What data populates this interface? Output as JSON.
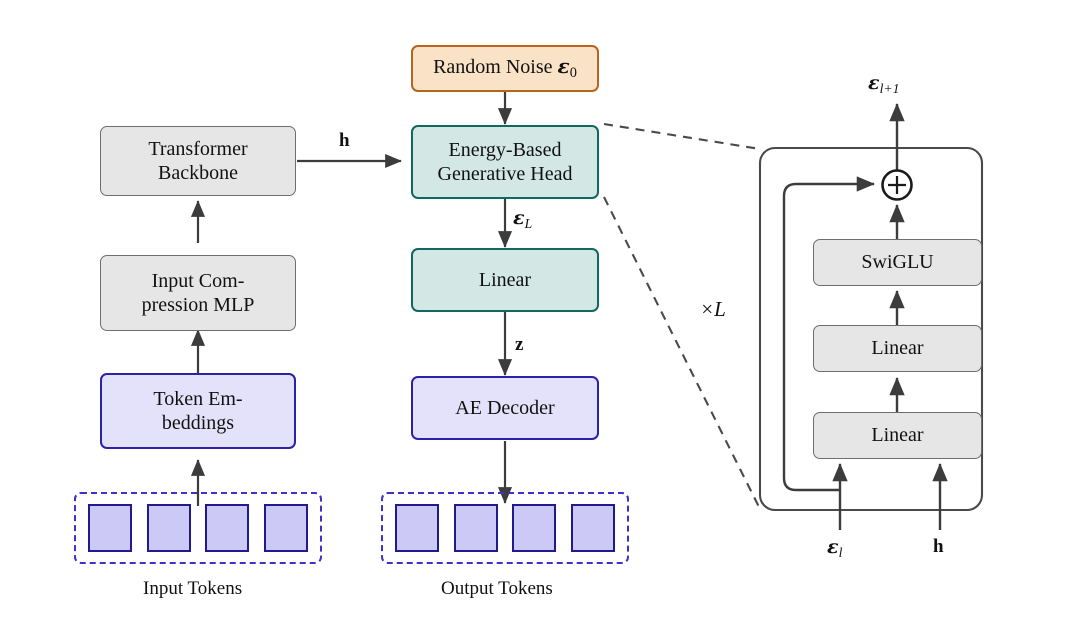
{
  "diagram": {
    "title": "Energy-Based Generative Head architecture",
    "colors": {
      "gray_fill": "#e6e6e6",
      "gray_border": "#6e6e6e",
      "teal_fill": "#d3e8e4",
      "teal_border": "#0f6960",
      "purple_fill": "#e4e2fa",
      "purple_border": "#2a22a8",
      "orange_fill": "#fae2c6",
      "orange_border": "#b5651d",
      "token_fill": "#ccc9f6",
      "token_border": "#201a8e",
      "arrow": "#3c3c3c",
      "dashed": "#4a4a4a"
    }
  },
  "left_column": {
    "transformer_backbone": "Transformer\nBackbone",
    "input_compression_mlp": "Input Com-\npression MLP",
    "token_embeddings": "Token Em-\nbeddings",
    "input_tokens_caption": "Input Tokens",
    "input_token_count": 4
  },
  "middle_column": {
    "random_noise": "Random Noise",
    "random_noise_symbol": "ε",
    "random_noise_subscript": "0",
    "generative_head": "Energy-Based\nGenerative Head",
    "linear": "Linear",
    "ae_decoder": "AE Decoder",
    "output_tokens_caption": "Output Tokens",
    "output_token_count": 4
  },
  "edge_labels": {
    "backbone_to_head": "h",
    "head_to_linear_symbol": "ε",
    "head_to_linear_subscript": "L",
    "linear_to_decoder": "z"
  },
  "right_panel": {
    "output_symbol": "ε",
    "output_subscript": "l+1",
    "repeat_label": "×L",
    "blocks": [
      {
        "label": "SwiGLU"
      },
      {
        "label": "Linear"
      },
      {
        "label": "Linear"
      }
    ],
    "add_operator": "+",
    "input_eps_symbol": "ε",
    "input_eps_subscript": "l",
    "input_h": "h"
  }
}
